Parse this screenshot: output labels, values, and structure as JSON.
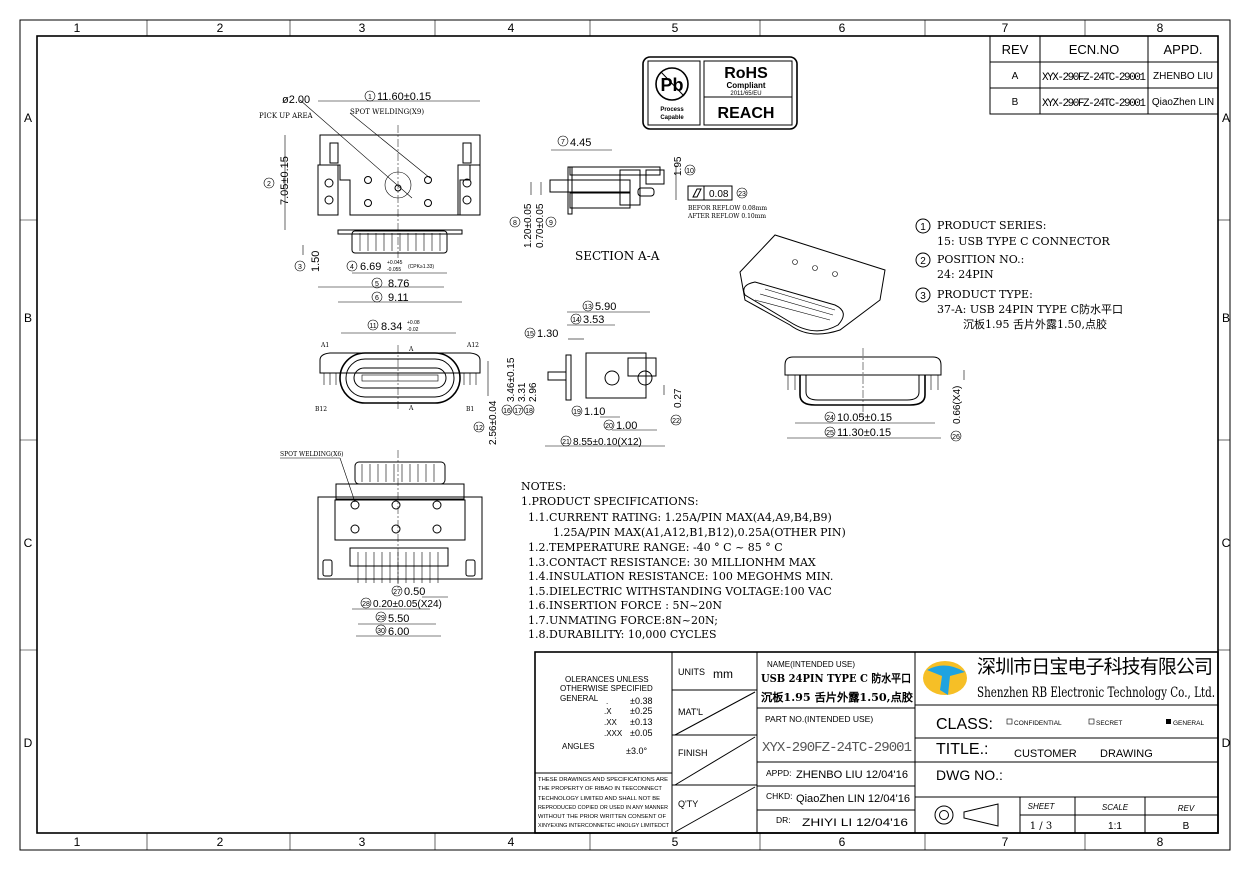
{
  "frame": {
    "zones_top": [
      "1",
      "2",
      "3",
      "4",
      "5",
      "6",
      "7",
      "8"
    ],
    "zones_side": [
      "A",
      "B",
      "C",
      "D"
    ]
  },
  "logos": {
    "pb": "Pb",
    "pb_caption_1": "Process",
    "pb_caption_2": "Capable",
    "rohs": "RoHS",
    "rohs_compliant": "Compliant",
    "rohs_directive": "2011/65/EU",
    "reach": "REACH"
  },
  "revision_table": {
    "headers": [
      "REV",
      "ECN.NO",
      "APPD."
    ],
    "rows": [
      {
        "rev": "A",
        "ecn": "XYX-290FZ-24TC-29001",
        "appd": "ZHENBO LIU"
      },
      {
        "rev": "B",
        "ecn": "XYX-290FZ-24TC-29001",
        "appd": "QiaoZhen LIN"
      }
    ]
  },
  "top_view": {
    "pick_up_dia": "ø2.00",
    "pick_up_label": "PICK UP AREA",
    "spot_welding": "SPOT WELDING(X9)",
    "dims": {
      "d1": "11.60±0.15",
      "d2": "7.05±0.15",
      "d3": "1.50",
      "d4": "6.69",
      "d4_tol_upper": "+0.045",
      "d4_tol_lower": "-0.055",
      "d4_note": "(CPK≥1.33)",
      "d5": "8.76",
      "d6": "9.11"
    },
    "bubbles": [
      "1",
      "2",
      "3",
      "4",
      "5",
      "6"
    ]
  },
  "section_view": {
    "title": "SECTION A-A",
    "dims": {
      "d7": "4.45",
      "d8": "1.20±0.05",
      "d9": "0.70±0.05",
      "d10": "1.95"
    },
    "flatness": "0.08",
    "flatness_bubble": "23",
    "reflow_before": "BEFOR REFLOW 0.08mm",
    "reflow_after": "AFTER REFLOW 0.10mm",
    "bubbles": [
      "7",
      "8",
      "9",
      "10"
    ]
  },
  "front_view": {
    "dims": {
      "d11": "8.34",
      "d11_tol_upper": "+0.08",
      "d11_tol_lower": "-0.02",
      "d12": "2.56±0.04"
    },
    "pins": [
      "A1",
      "A12",
      "B12",
      "B1"
    ],
    "section_mark": "A",
    "bubbles": [
      "11",
      "12"
    ]
  },
  "side_view": {
    "dims": {
      "d13": "5.90",
      "d14": "3.53",
      "d15": "1.30",
      "d16": "3.46±0.15",
      "d17": "3.31",
      "d18": "2.96",
      "d19": "1.10",
      "d20": "1.00",
      "d21": "8.55±0.10(X12)",
      "d22": "0.27"
    },
    "bubbles": [
      "13",
      "14",
      "15",
      "16",
      "17",
      "18",
      "19",
      "20",
      "21",
      "22"
    ]
  },
  "rear_view": {
    "dims": {
      "d24": "10.05±0.15",
      "d25": "11.30±0.15",
      "d26": "0.66(X4)"
    },
    "bubbles": [
      "24",
      "25",
      "26"
    ]
  },
  "bottom_view": {
    "spot_welding": "SPOT WELDING(X6)",
    "dims": {
      "d27": "0.50",
      "d28": "0.20±0.05(X24)",
      "d29": "5.50",
      "d30": "6.00"
    },
    "bubbles": [
      "27",
      "28",
      "29",
      "30"
    ]
  },
  "part_legend": [
    {
      "num": "1",
      "title": "PRODUCT SERIES:",
      "lines": [
        "15: USB TYPE C CONNECTOR"
      ]
    },
    {
      "num": "2",
      "title": "POSITION NO.:",
      "lines": [
        "24: 24PIN"
      ]
    },
    {
      "num": "3",
      "title": "PRODUCT TYPE:",
      "lines": [
        "37-A: USB  24PIN TYPE C防水平口",
        "沉板1.95 舌片外露1.50,点胶"
      ]
    }
  ],
  "notes": {
    "title": "NOTES:",
    "lines": [
      "1.PRODUCT SPECIFICATIONS:",
      "1.1.CURRENT RATING: 1.25A/PIN MAX(A4,A9,B4,B9)",
      "1.25A/PIN MAX(A1,A12,B1,B12),0.25A(OTHER PIN)",
      "1.2.TEMPERATURE RANGE: -40 ° C ~ 85 ° C",
      "1.3.CONTACT RESISTANCE: 30 MILLIONHM MAX",
      "1.4.INSULATION RESISTANCE: 100 MEGOHMS MIN.",
      "1.5.DIELECTRIC WITHSTANDING VOLTAGE:100 VAC",
      "1.6.INSERTION FORCE : 5N~20N",
      "1.7.UNMATING FORCE:8N~20N;",
      "1.8.DURABILITY:  10,000 CYCLES"
    ]
  },
  "title_block": {
    "tolerance_title_1": "OLERANCES UNLESS",
    "tolerance_title_2": "OTHERWISE SPECIFIED",
    "general": "GENERAL",
    "tolerances": [
      {
        "prec": ".",
        "tol": "±0.38"
      },
      {
        "prec": ".X",
        "tol": "±0.25"
      },
      {
        "prec": ".XX",
        "tol": "±0.13"
      },
      {
        "prec": ".XXX",
        "tol": "±0.05"
      }
    ],
    "angles": "ANGLES",
    "angles_tol": "±3.0°",
    "disclaimer": [
      "THESE DRAWINGS AND SPECIFICATIONS ARE",
      "THE PROPERTY OF RIBAO IN TEECONNECT",
      "TECHNOLOGY LIMITED AND SHALL NOT BE",
      "REPRODUCED COPIED OR USED IN ANY MANNER",
      "WITHOUT THE PRIOR  WRITTEN CONSENT OF",
      "XINYEXING INTERCONNETEC HNOLGY LIMITEDCT"
    ],
    "units_label": "UNITS",
    "units_value": "mm",
    "matl_label": "MAT'L",
    "finish_label": "FINISH",
    "qty_label": "Q'TY",
    "name_label": "NAME(INTENDED USE)",
    "name_line1": "USB 24PIN TYPE C 防水平口",
    "name_line2": "沉板1.95 舌片外露1.50,点胶",
    "part_no_label": "PART NO.(INTENDED USE)",
    "part_no": "XYX-290FZ-24TC-29001",
    "appd_label": "APPD:",
    "appd": "ZHENBO LIU 12/04'16",
    "chkd_label": "CHKD:",
    "chkd": "QiaoZhen LIN 12/04'16",
    "dr_label": "DR:",
    "dr": "ZHIYI LI  12/04'16",
    "company_cn": "深圳市日宝电子科技有限公司",
    "company_en": "Shenzhen RB Electronic Technology Co., Ltd.",
    "class_label": "CLASS:",
    "class_options": [
      {
        "label": "CONFIDENTIAL",
        "checked": false
      },
      {
        "label": "SECRET",
        "checked": false
      },
      {
        "label": "GENERAL",
        "checked": true
      }
    ],
    "title_label": "TITLE.:",
    "title_value_1": "CUSTOMER",
    "title_value_2": "DRAWING",
    "dwg_no_label": "DWG NO.:",
    "sheet_label": "SHEET",
    "sheet": "1 / 3",
    "scale_label": "SCALE",
    "scale": "1:1",
    "rev_label": "REV",
    "rev": "B"
  }
}
